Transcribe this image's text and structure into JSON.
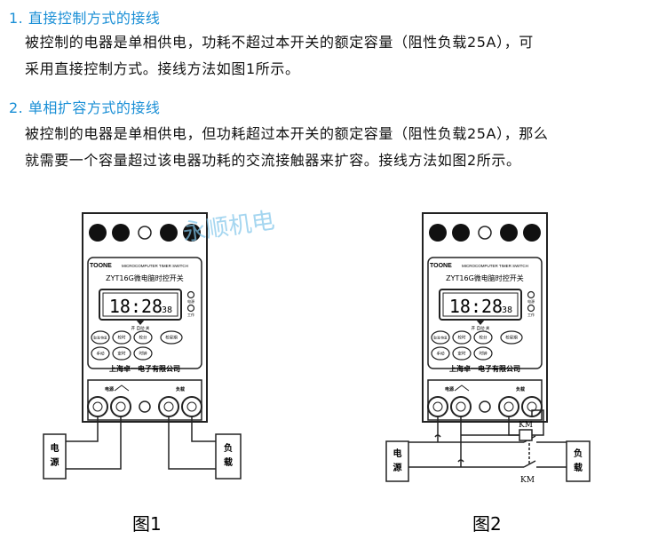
{
  "section1": {
    "title": "1. 直接控制方式的接线",
    "line1": "被控制的电器是单相供电，功耗不超过本开关的额定容量（阻性负载25A），可",
    "line2": "采用直接控制方式。接线方法如图1所示。"
  },
  "section2": {
    "title": "2. 单相扩容方式的接线",
    "line1": "被控制的电器是单相供电，但功耗超过本开关的额定容量（阻性负载25A），那么",
    "line2": "就需要一个容量超过该电器功耗的交流接触器来扩容。接线方法如图2所示。"
  },
  "watermark": "永顺机电",
  "device": {
    "brand": "TOONE",
    "series": "MICROCOMPUTER TIMER SWITCH",
    "model": "ZYT16G微电脑时控开关",
    "time_main": "18:28",
    "time_sec": "38",
    "ind_power": "电源",
    "ind_work": "工作",
    "under_lcd": "开    自动    关",
    "btn_row1": [
      "取消/恢复",
      "校时",
      "校分",
      "校星期"
    ],
    "btn_row2": [
      "手动",
      "定时",
      "时钟"
    ],
    "company": "上海卓一电子有限公司",
    "term_left": "电源",
    "term_right": "负载"
  },
  "fig1": {
    "power_label": "电源",
    "load_label": "负载",
    "caption": "图1"
  },
  "fig2": {
    "power_label": "电源",
    "load_label": "负载",
    "km_label1": "KM",
    "km_label2": "KM",
    "caption": "图2"
  }
}
